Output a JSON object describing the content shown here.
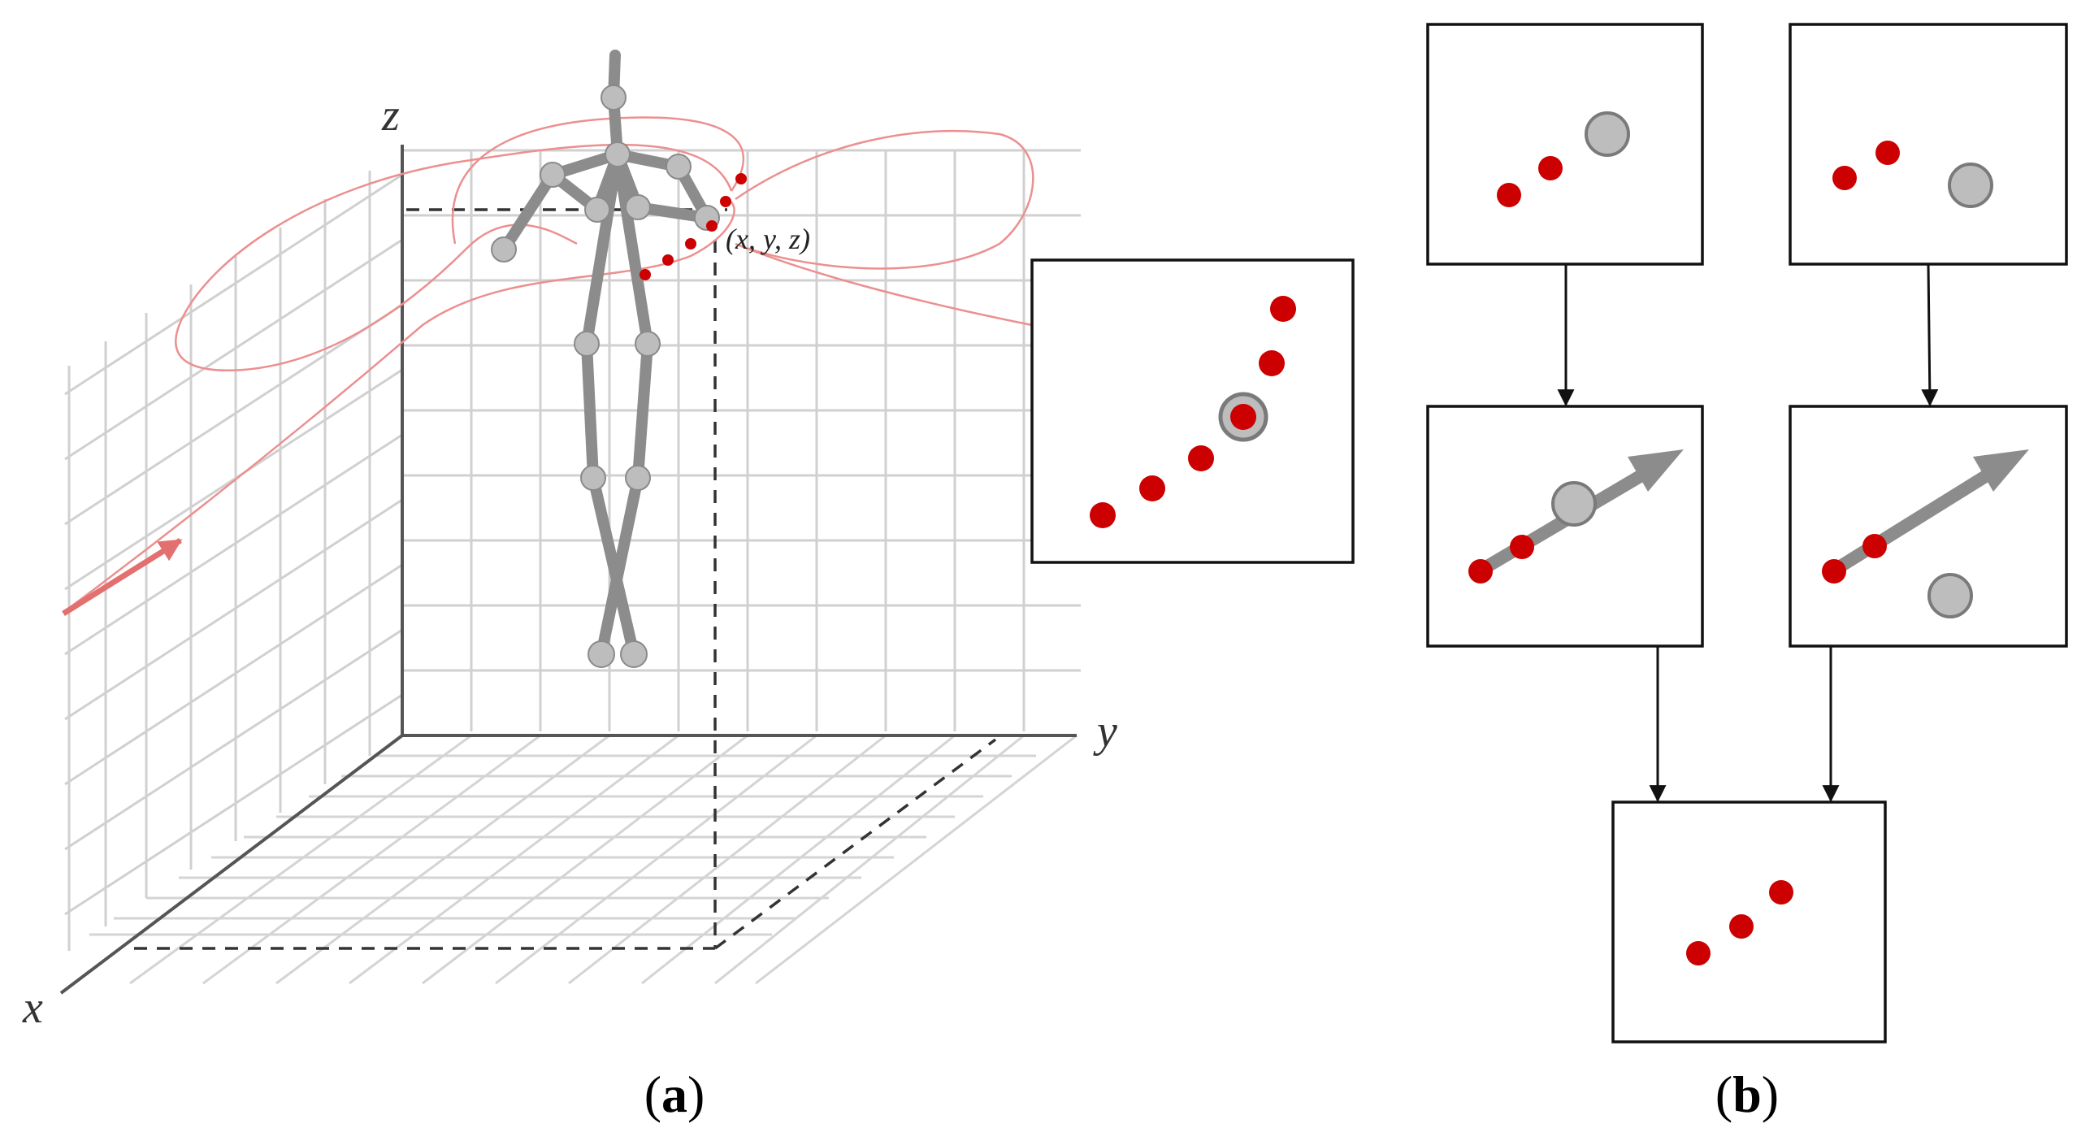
{
  "panel_a": {
    "axis_labels": {
      "x": "x",
      "y": "y",
      "z": "z"
    },
    "point_label": "(x, y, z)",
    "caption": {
      "open": "(",
      "letter": "a",
      "close": ")"
    }
  },
  "panel_b": {
    "caption": {
      "open": "(",
      "letter": "b",
      "close": ")"
    }
  },
  "colors": {
    "trajectory_dot": "#cc0000",
    "grey_marker": "#bdbdbd",
    "grey_marker_stroke": "#7a7a7a",
    "skeleton": "#8c8c8c",
    "trajectory_curve": "#ec8f8f",
    "grid": "#cfcfcf",
    "axis": "#555555"
  }
}
